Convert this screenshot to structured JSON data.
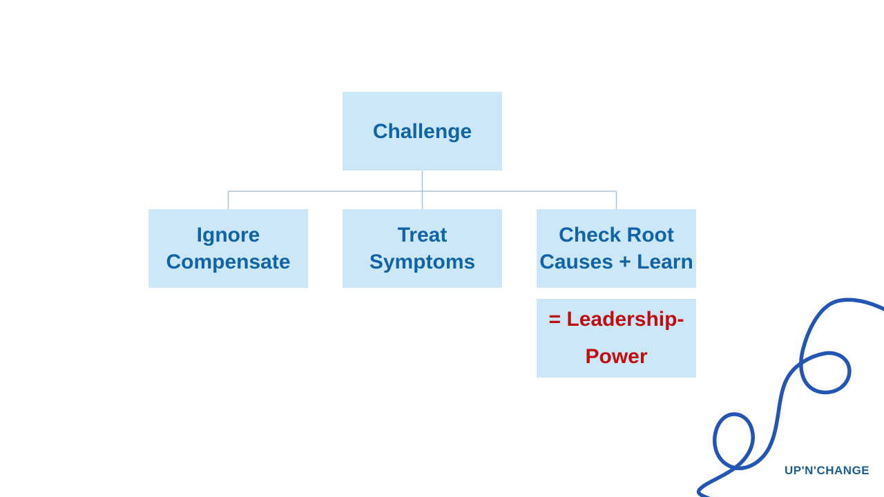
{
  "diagram": {
    "root": {
      "name": "challenge",
      "lines": [
        "Challenge"
      ]
    },
    "children": [
      {
        "name": "ignore-compensate",
        "lines": [
          "Ignore",
          "Compensate"
        ]
      },
      {
        "name": "treat-symptoms",
        "lines": [
          "Treat",
          "Symptoms"
        ]
      },
      {
        "name": "check-root-causes-learn",
        "lines": [
          "Check Root",
          "Causes + Learn"
        ]
      }
    ],
    "annotation": {
      "name": "leadership-power",
      "lines": [
        "= Leadership-",
        "Power"
      ]
    }
  },
  "branding": {
    "logo_text": "UP'N'CHANGE"
  },
  "colors": {
    "box_fill": "#cce7f8",
    "node_text": "#0f63a6",
    "emphasis_text": "#c00d10",
    "connector": "#a9c4d9",
    "doodle": "#2356b4",
    "logo_text": "#1d5c90"
  }
}
